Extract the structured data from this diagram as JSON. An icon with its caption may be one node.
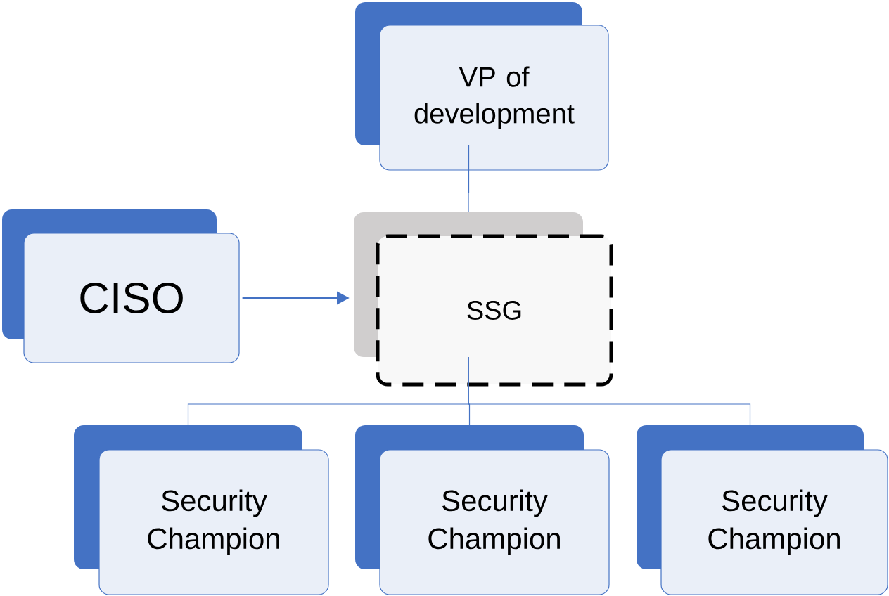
{
  "diagram": {
    "nodes": [
      {
        "text": [
          "VP of development"
        ]
      },
      {
        "text": [
          "CISO"
        ]
      },
      {
        "text": [
          "SSG"
        ]
      },
      {
        "text": [
          "Security Champion"
        ]
      },
      {
        "text": [
          "Security Champion"
        ]
      },
      {
        "text": [
          "Security Champion"
        ]
      }
    ],
    "edges": [
      {
        "from": 0,
        "to": 2,
        "arrow": "none"
      },
      {
        "from": 1,
        "to": 2,
        "arrow": "to",
        "style": "thick"
      },
      {
        "from": 2,
        "to": 3,
        "arrow": "none"
      },
      {
        "from": 2,
        "to": 4,
        "arrow": "none"
      },
      {
        "from": 2,
        "to": 5,
        "arrow": "none"
      }
    ]
  }
}
